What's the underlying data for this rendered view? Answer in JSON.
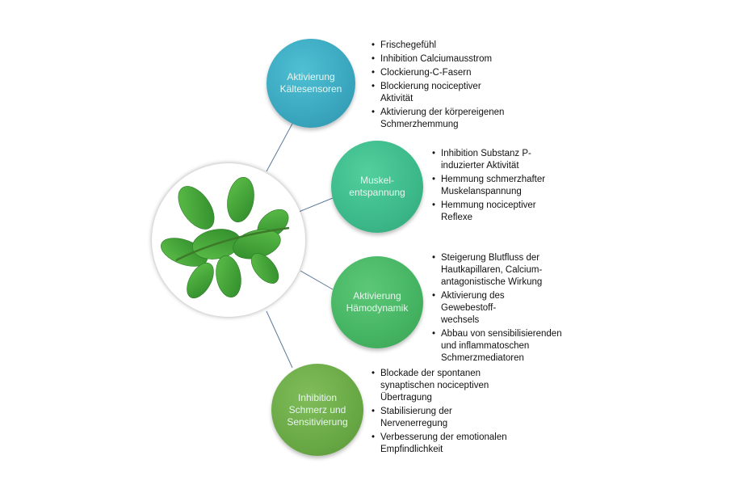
{
  "nodes": [
    {
      "label": "Aktivierung\nKältesensoren",
      "color": "#3aa7bf",
      "items": [
        "Frischegefühl",
        "Inhibition Calciumausstrom",
        "Clockierung-C-Fasern",
        "Blockierung nociceptiver\nAktivität",
        "Aktivierung der körpereigenen\nSchmerzhemmung"
      ]
    },
    {
      "label": "Muskel-\nentspannung",
      "color": "#3cb98a",
      "items": [
        "Inhibition Substanz P-\ninduzierter Aktivität",
        "Hemmung schmerzhafter\nMuskelanspannung",
        "Hemmung nociceptiver\nReflexe"
      ]
    },
    {
      "label": "Aktivierung\nHämodynamik",
      "color": "#45b462",
      "items": [
        "Steigerung Blutfluss der\nHautkapillaren, Calcium-\nantagonistische Wirkung",
        "Aktivierung des\nGewebestoff-\nwechsels",
        "Abbau von sensibilisierenden\nund inflammatoschen\nSchmerzmediatoren"
      ]
    },
    {
      "label": "Inhibition\nSchmerz und\nSensitivierung",
      "color": "#69a945",
      "items": [
        "Blockade der spontanen\nsynaptischen nociceptiven\nÜbertragung",
        "Stabilisierung der\nNervenerregung",
        "Verbesserung der emotionalen\nEmpfindlichkeit"
      ]
    }
  ]
}
